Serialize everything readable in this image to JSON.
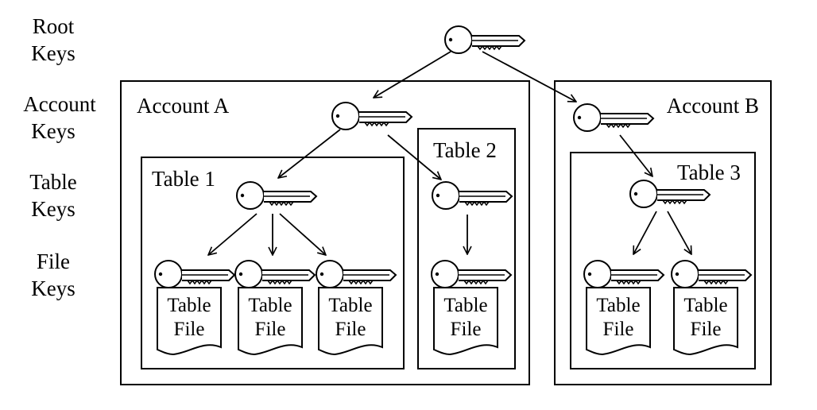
{
  "levels": {
    "root": [
      "Root",
      "Keys"
    ],
    "account": [
      "Account",
      "Keys"
    ],
    "table": [
      "Table",
      "Keys"
    ],
    "file": [
      "File",
      "Keys"
    ]
  },
  "accounts": [
    {
      "label": "Account A"
    },
    {
      "label": "Account B"
    }
  ],
  "tables": [
    {
      "label": "Table 1"
    },
    {
      "label": "Table 2"
    },
    {
      "label": "Table 3"
    }
  ],
  "files": [
    {
      "line1": "Table",
      "line2": "File"
    },
    {
      "line1": "Table",
      "line2": "File"
    },
    {
      "line1": "Table",
      "line2": "File"
    },
    {
      "line1": "Table",
      "line2": "File"
    },
    {
      "line1": "Table",
      "line2": "File"
    },
    {
      "line1": "Table",
      "line2": "File"
    }
  ]
}
